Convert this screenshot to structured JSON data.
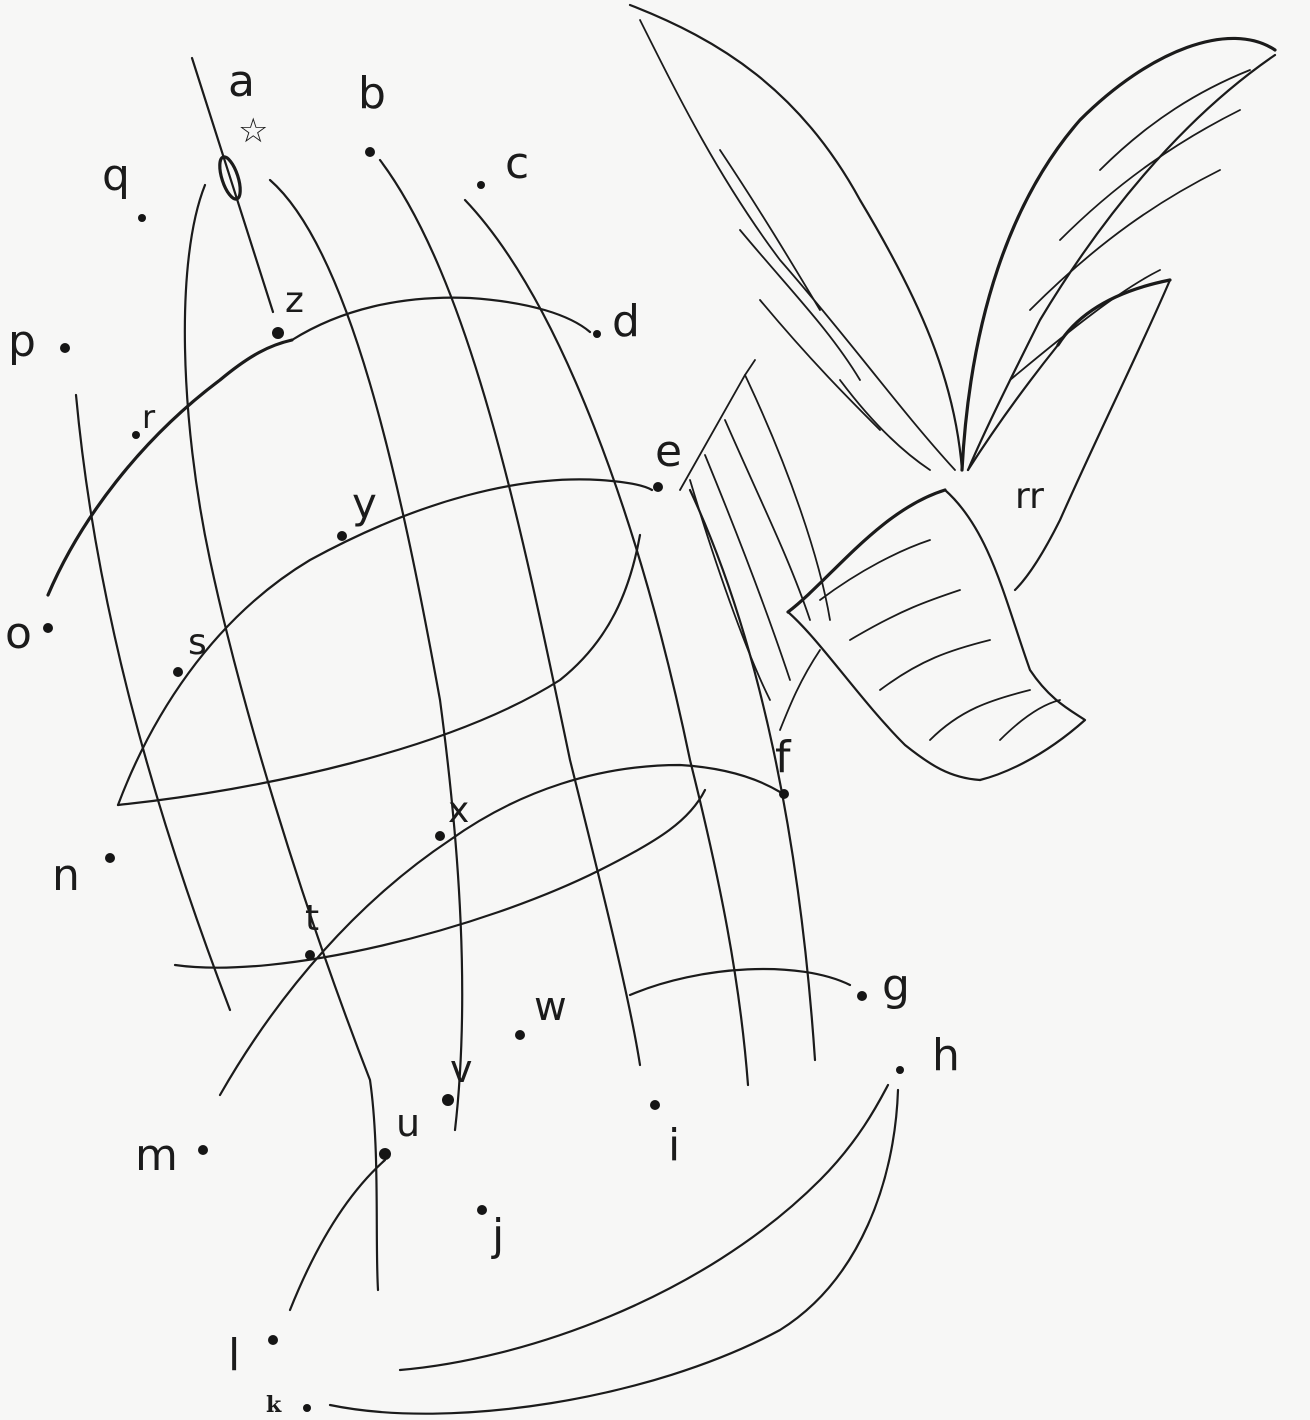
{
  "drawing": {
    "point_labels": [
      "a",
      "b",
      "c",
      "d",
      "e",
      "f",
      "g",
      "h",
      "i",
      "j",
      "k",
      "l",
      "m",
      "n",
      "o",
      "p",
      "q",
      "r",
      "s",
      "t",
      "u",
      "v",
      "w",
      "x",
      "y",
      "z"
    ],
    "markers": {
      "star_marker": "☆"
    },
    "butterfly_mark": "rr",
    "colors": {
      "paper": "#f7f7f6",
      "ink": "#1b1b1b"
    }
  }
}
